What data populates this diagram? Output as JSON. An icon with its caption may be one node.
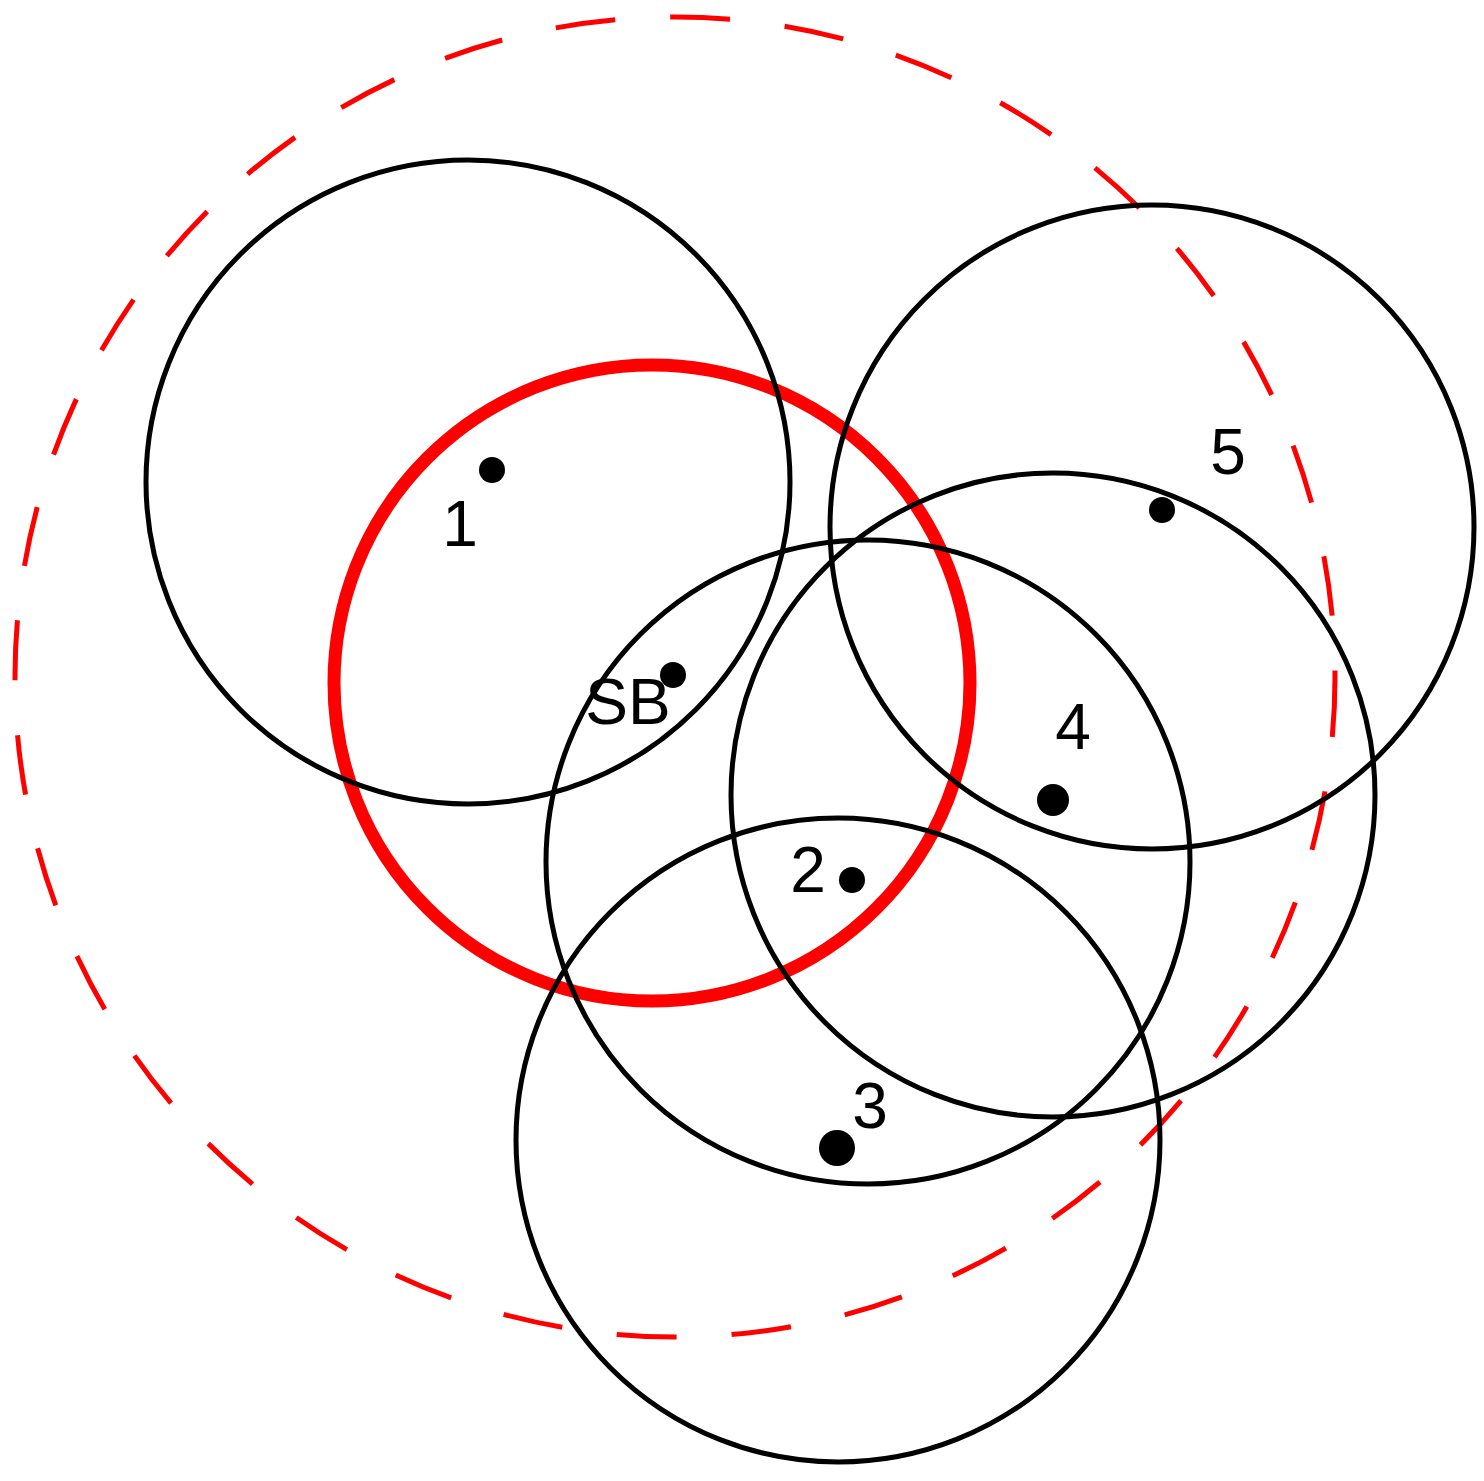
{
  "diagram": {
    "labels": [
      "5",
      "1",
      "SB",
      "4",
      "2",
      "3"
    ]
  }
}
